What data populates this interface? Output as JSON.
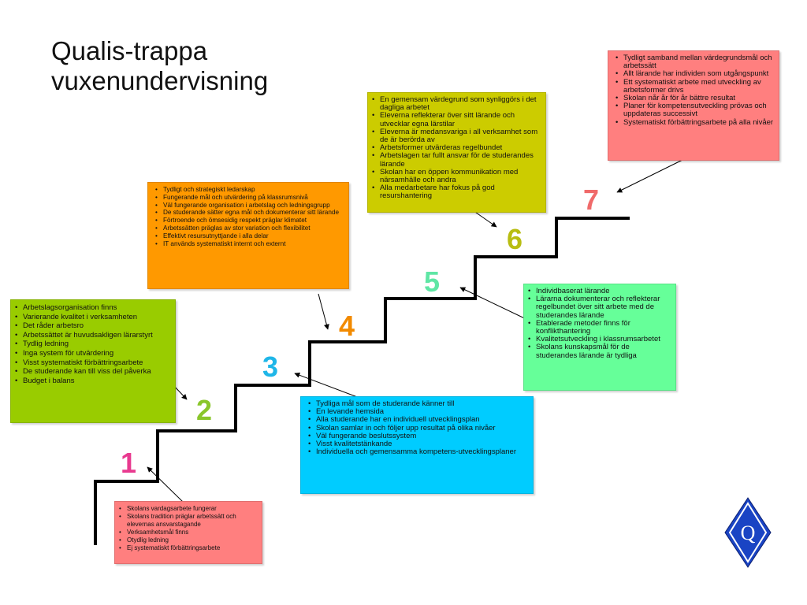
{
  "title": {
    "line1": "Qualis-trappa",
    "line2": "vuxenundervisning"
  },
  "colors": {
    "step1": "#e8398f",
    "step2": "#8ac62b",
    "step3": "#1fb6e8",
    "step4": "#f28a00",
    "step5": "#5fe6a5",
    "step6": "#b8bd12",
    "step7": "#f06a6a",
    "box_pink": "#ff7f7f",
    "box_green": "#99cc00",
    "box_cyan": "#00ccff",
    "box_orange": "#ff9900",
    "box_mint": "#66ff99",
    "box_olive": "#cccc00",
    "logo": "#1a44c4"
  },
  "steps": [
    {
      "n": "1"
    },
    {
      "n": "2"
    },
    {
      "n": "3"
    },
    {
      "n": "4"
    },
    {
      "n": "5"
    },
    {
      "n": "6"
    },
    {
      "n": "7"
    }
  ],
  "boxes": {
    "level1": [
      "Skolans vardagsarbete fungerar",
      "Skolans tradition präglar arbetssätt och elevernas ansvarstagande",
      "Verksamhetsmål finns",
      "Otydlig ledning",
      "Ej systematiskt förbättringsarbete"
    ],
    "level2": [
      "Arbetslagsorganisation finns",
      "Varierande kvalitet i verksamheten",
      "Det råder arbetsro",
      "Arbetssättet är huvudsakligen lärarstyrt",
      "Tydlig ledning",
      "Inga system för utvärdering",
      "Visst systematiskt förbättringsarbete",
      "De studerande kan till viss del påverka",
      "Budget i balans"
    ],
    "level3": [
      "Tydliga mål som de studerande känner till",
      "En levande hemsida",
      "Alla studerande har en individuell utvecklingsplan",
      "Skolan samlar in och följer upp resultat på olika nivåer",
      "Väl fungerande beslutssystem",
      "Visst kvalitetstänkande",
      "Individuella och gemensamma kompetens-utvecklingsplaner"
    ],
    "level4": [
      "Tydligt och strategiskt ledarskap",
      "Fungerande mål och utvärdering på klassrumsnivå",
      "Väl fungerande organisation i arbetslag och ledningsgrupp",
      "De studerande sätter egna mål och dokumenterar sitt lärande",
      "Förtroende och ömsesidig respekt präglar klimatet",
      "Arbetssätten präglas av stor variation och flexibilitet",
      "Effektivt resursutnyttjande i alla delar",
      "IT används systematiskt internt och externt"
    ],
    "level5": [
      "Individbaserat lärande",
      "Lärarna dokumenterar och reflekterar regelbundet över sitt arbete med de studerandes lärande",
      "Etablerade metoder finns för konflikthantering",
      "Kvalitetsutveckling i klassrumsarbetet",
      "Skolans kunskapsmål för de studerandes lärande är tydliga"
    ],
    "level6": [
      "En gemensam värdegrund som synliggörs i det dagliga arbetet",
      "Eleverna reflekterar över sitt lärande och utvecklar egna lärstilar",
      "Eleverna är medansvariga i all verksamhet som de är berörda av",
      "Arbetsformer utvärderas regelbundet",
      "Arbetslagen tar fullt ansvar för de studerandes lärande",
      "Skolan har en öppen kommunikation med närsamhälle och andra",
      "Alla medarbetare har fokus på god resurshantering"
    ],
    "level7": [
      "Tydligt samband mellan värdegrundsmål och arbetssätt",
      "Allt lärande har individen som utgångspunkt",
      "Ett systematiskt arbete med utveckling av arbetsformer drivs",
      "Skolan når år för år bättre resultat",
      "Planer för kompetensutveckling prövas och uppdateras successivt",
      "Systematiskt förbättringsarbete på alla nivåer"
    ]
  },
  "logo": {
    "letter": "Q",
    "icon": "diamond-q-logo"
  }
}
